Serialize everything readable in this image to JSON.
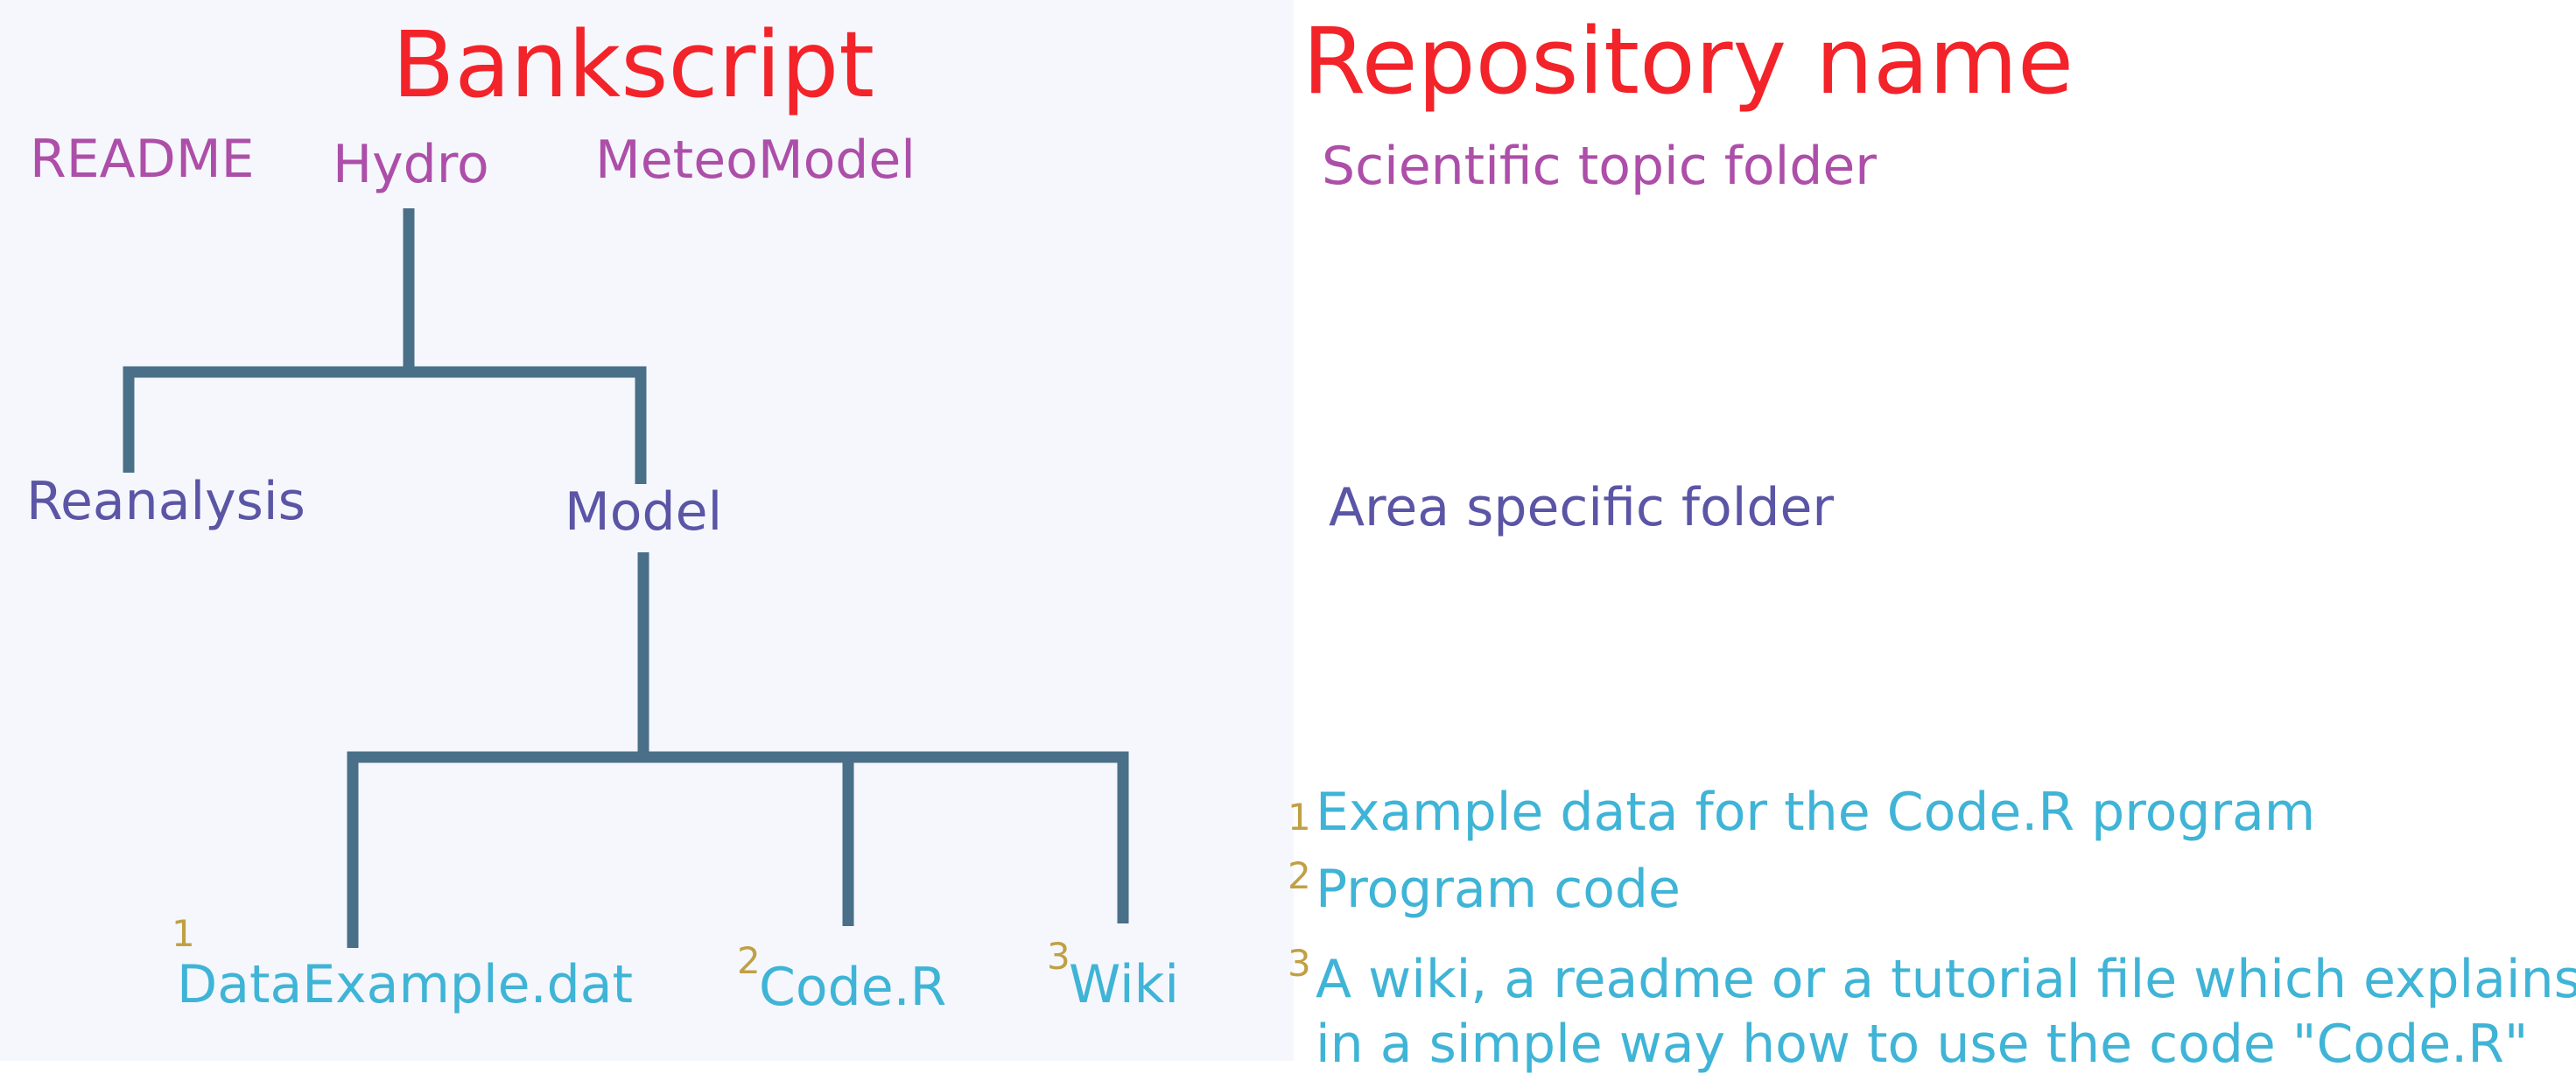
{
  "titles": {
    "left": "Bankscript",
    "right": "Repository name"
  },
  "tree": {
    "readme": "README",
    "hydro": "Hydro",
    "meteomodel": "MeteoModel",
    "reanalysis": "Reanalysis",
    "model": "Model",
    "files": [
      {
        "marker": "1",
        "name": "DataExample.dat"
      },
      {
        "marker": "2",
        "name": "Code.R"
      },
      {
        "marker": "3",
        "name": "Wiki"
      }
    ]
  },
  "legend": {
    "topic_folder": "Scientific topic folder",
    "area_folder": "Area specific folder",
    "notes": [
      {
        "marker": "1",
        "lines": [
          "Example data for the Code.R program"
        ]
      },
      {
        "marker": "2",
        "lines": [
          "Program code"
        ]
      },
      {
        "marker": "3",
        "lines": [
          "A wiki, a readme or a tutorial file which explains",
          "in a simple way how to use the code \"Code.R\""
        ]
      }
    ]
  },
  "colors": {
    "title": "#f3232a",
    "topic": "#ad4ea9",
    "area": "#5b55a6",
    "file": "#3fb4d6",
    "marker": "#c0a045",
    "connector": "#4a6f88",
    "panel_bg": "#f5f7fc"
  }
}
